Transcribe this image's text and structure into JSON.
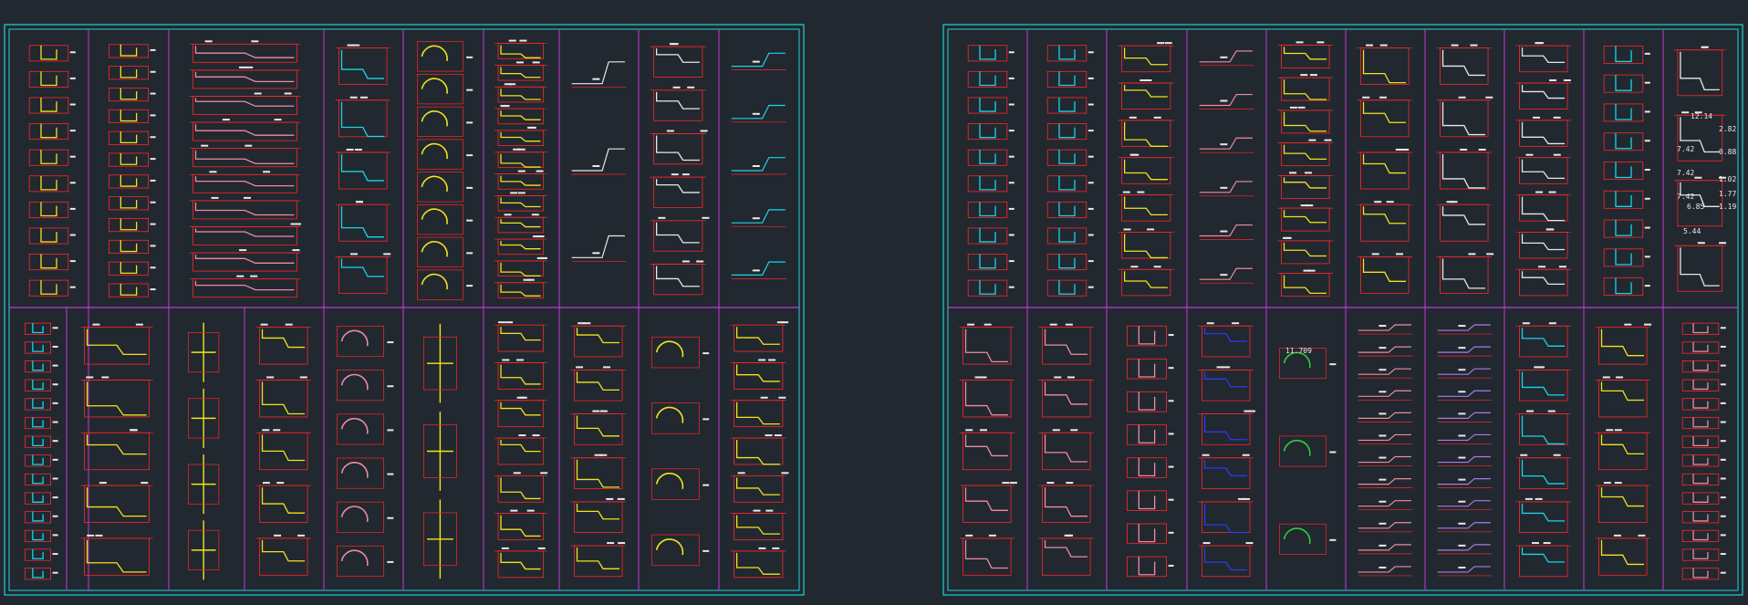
{
  "drawing": {
    "background": "#212830",
    "colors": {
      "frame": "#1fd3d6",
      "grid": "#c23bd6",
      "dim": "#ff2626",
      "profile_yellow": "#f3e21d",
      "profile_cyan": "#18d6e6",
      "profile_white": "#e8e8e8",
      "profile_pink": "#f08aa0",
      "profile_green": "#2ccf3a",
      "profile_blue": "#2b3cf0",
      "profile_violet": "#a77be8"
    }
  },
  "sheets": [
    {
      "name": "sheet-left",
      "top_row": [
        {
          "style": "stacked-yellow",
          "count": 10
        },
        {
          "style": "stacked-yellow",
          "count": 12
        },
        {
          "style": "boxes-pink",
          "count": 10
        },
        {
          "style": "boxes-cyan",
          "count": 5
        },
        {
          "style": "hooks-yellow",
          "count": 8
        },
        {
          "style": "boxes-yellow",
          "count": 12
        },
        {
          "style": "wide-white",
          "count": 3
        },
        {
          "style": "boxes-white",
          "count": 6
        },
        {
          "style": "lines-cyan",
          "count": 5
        }
      ],
      "bottom_row": [
        {
          "style": "stacked-cyan",
          "count": 14
        },
        {
          "style": "boxes-yellow",
          "count": 5
        },
        {
          "style": "posts-yellow",
          "count": 4
        },
        {
          "style": "boxes-yellow",
          "count": 5
        },
        {
          "style": "hooks-pink",
          "count": 6
        },
        {
          "style": "posts-yellow",
          "count": 3
        },
        {
          "style": "boxes-yellow",
          "count": 7
        },
        {
          "style": "boxes-yellow",
          "count": 6
        },
        {
          "style": "arcs-yellow",
          "count": 4
        },
        {
          "style": "boxes-yellow",
          "count": 7
        }
      ]
    },
    {
      "name": "sheet-right",
      "top_row": [
        {
          "style": "stacked-cyan",
          "count": 10
        },
        {
          "style": "stacked-cyan",
          "count": 10
        },
        {
          "style": "boxes-yellow",
          "count": 7
        },
        {
          "style": "lines-pink",
          "count": 6
        },
        {
          "style": "boxes-yellow",
          "count": 8
        },
        {
          "style": "boxes-yellow",
          "count": 5
        },
        {
          "style": "boxes-white",
          "count": 5
        },
        {
          "style": "boxes-white",
          "count": 7
        },
        {
          "style": "stacked-cyan",
          "count": 9
        },
        {
          "style": "dims-white",
          "count": 4
        }
      ],
      "bottom_row": [
        {
          "style": "boxes-pink",
          "count": 5
        },
        {
          "style": "boxes-pink",
          "count": 5
        },
        {
          "style": "stacked-pink",
          "count": 8
        },
        {
          "style": "boxes-blue",
          "count": 6
        },
        {
          "style": "arcs-green",
          "count": 3
        },
        {
          "style": "lines-pink",
          "count": 12
        },
        {
          "style": "lines-violet",
          "count": 12
        },
        {
          "style": "boxes-cyan",
          "count": 6
        },
        {
          "style": "boxes-yellow",
          "count": 5
        },
        {
          "style": "stacked-pink",
          "count": 14
        }
      ]
    }
  ],
  "labels": [
    "12.14",
    "7.42",
    "7.42",
    "7.42",
    "6.85",
    "5.44",
    "2.82",
    "0.88",
    "1.02",
    "1.77",
    "1.19",
    "11.709"
  ]
}
